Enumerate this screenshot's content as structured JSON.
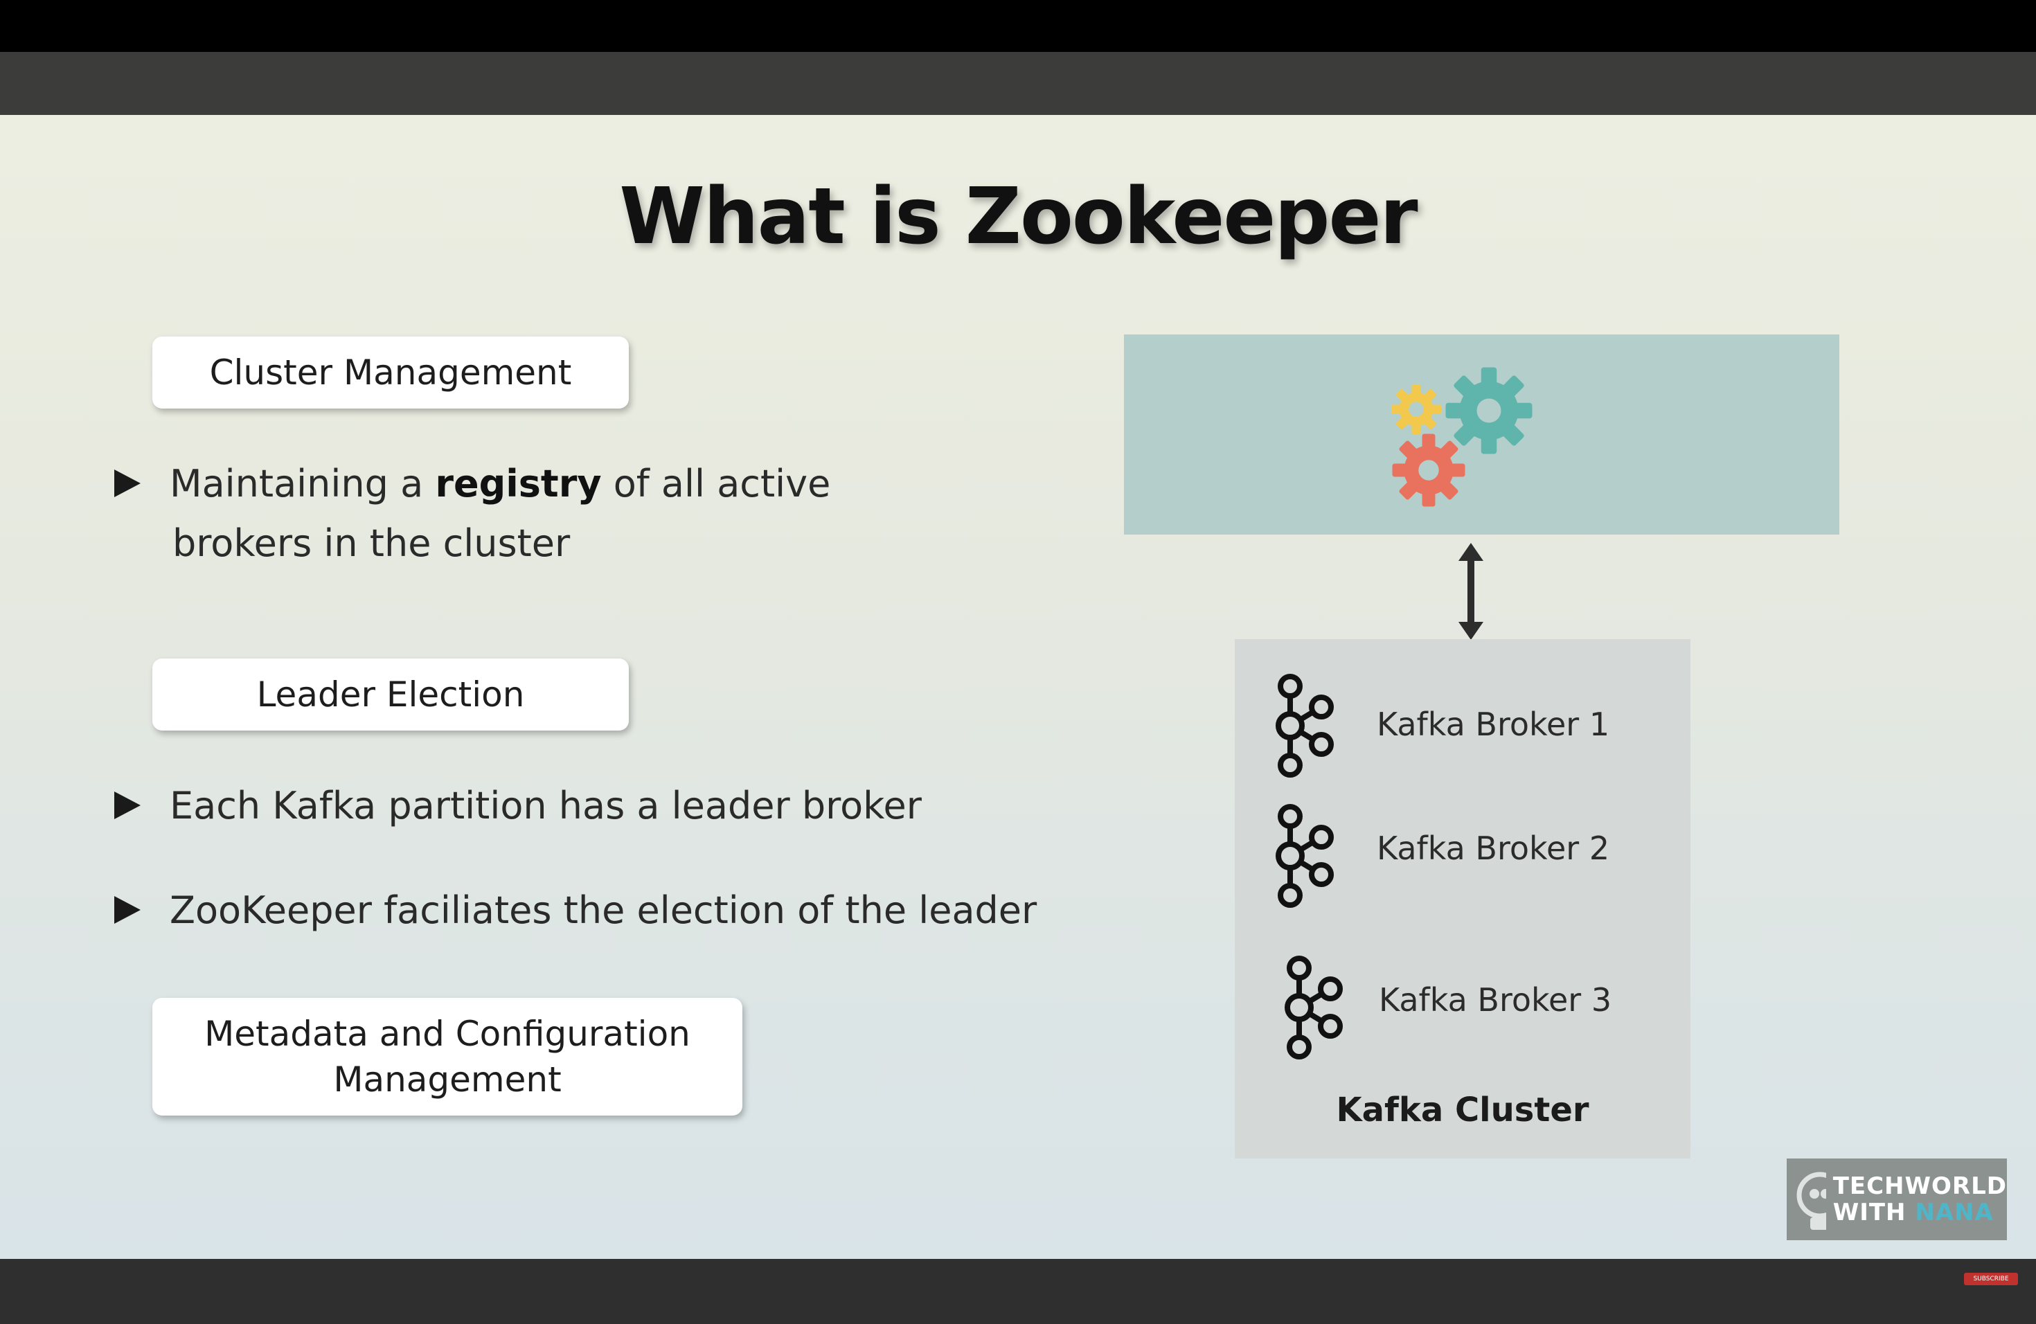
{
  "slide": {
    "title": "What is Zookeeper",
    "sections": [
      {
        "label": "Cluster Management"
      },
      {
        "label": "Leader Election"
      },
      {
        "label_line1": "Metadata and Configuration",
        "label_line2": "Management"
      }
    ],
    "bullets": [
      {
        "prefix": "Maintaining a ",
        "bold": "registry",
        "suffix": " of all active",
        "line2": "brokers in the cluster"
      },
      {
        "text": "Each Kafka partition has a leader broker"
      },
      {
        "text": "ZooKeeper faciliates the election of the leader"
      }
    ],
    "diagram": {
      "zookeeper_gear_colors": [
        "#f2c94c",
        "#5fb5ab",
        "#e8725d"
      ],
      "brokers": [
        "Kafka Broker 1",
        "Kafka Broker 2",
        "Kafka Broker 3"
      ],
      "cluster_label": "Kafka Cluster"
    },
    "logo": {
      "line1": "TECHWORLD",
      "line2_a": "WITH ",
      "line2_b": "NANA"
    }
  },
  "player": {
    "subscribe_label": "SUBSCRIBE"
  }
}
